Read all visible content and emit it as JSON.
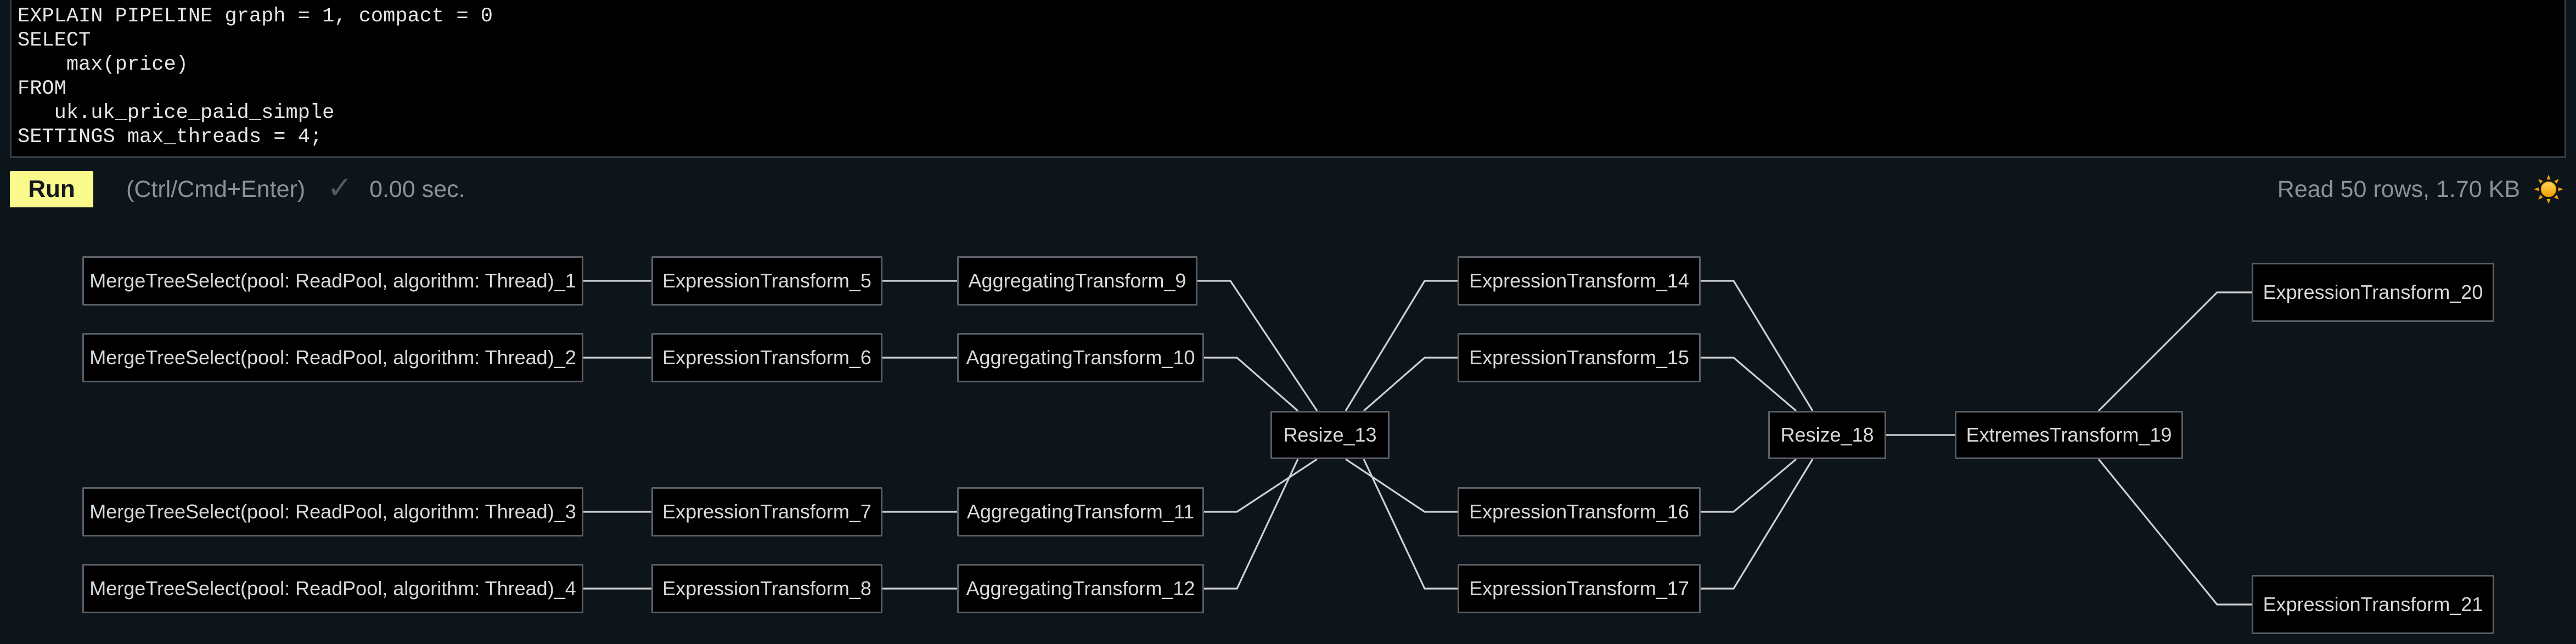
{
  "editor": {
    "lines": [
      "EXPLAIN PIPELINE graph = 1, compact = 0",
      "SELECT",
      "    max(price)",
      "FROM",
      "   uk.uk_price_paid_simple",
      "SETTINGS max_threads = 4;"
    ]
  },
  "toolbar": {
    "run_label": "Run",
    "shortcut_hint": "(Ctrl/Cmd+Enter)",
    "status_check": "✓",
    "elapsed": "0.00 sec.",
    "read_stats": "Read 50 rows, 1.70 KB",
    "theme_icon": "sun-icon"
  },
  "colors": {
    "page_bg": "#0d151b",
    "editor_bg": "#010101",
    "editor_text": "#e5e5e3",
    "run_button_bg": "#f9f98c",
    "run_button_text": "#14181c",
    "muted_text": "#8d9196",
    "node_bg": "#000000",
    "node_border": "#5a5f65",
    "node_text": "#d7d9da",
    "edge": "#ced1d3",
    "sun": "#f7b018"
  },
  "graph": {
    "nodes": [
      {
        "id": "mt1",
        "label": "MergeTreeSelect(pool: ReadPool, algorithm: Thread)_1"
      },
      {
        "id": "mt2",
        "label": "MergeTreeSelect(pool: ReadPool, algorithm: Thread)_2"
      },
      {
        "id": "mt3",
        "label": "MergeTreeSelect(pool: ReadPool, algorithm: Thread)_3"
      },
      {
        "id": "mt4",
        "label": "MergeTreeSelect(pool: ReadPool, algorithm: Thread)_4"
      },
      {
        "id": "ex5",
        "label": "ExpressionTransform_5"
      },
      {
        "id": "ex6",
        "label": "ExpressionTransform_6"
      },
      {
        "id": "ex7",
        "label": "ExpressionTransform_7"
      },
      {
        "id": "ex8",
        "label": "ExpressionTransform_8"
      },
      {
        "id": "ag9",
        "label": "AggregatingTransform_9"
      },
      {
        "id": "ag10",
        "label": "AggregatingTransform_10"
      },
      {
        "id": "ag11",
        "label": "AggregatingTransform_11"
      },
      {
        "id": "ag12",
        "label": "AggregatingTransform_12"
      },
      {
        "id": "rs13",
        "label": "Resize_13"
      },
      {
        "id": "ex14",
        "label": "ExpressionTransform_14"
      },
      {
        "id": "ex15",
        "label": "ExpressionTransform_15"
      },
      {
        "id": "ex16",
        "label": "ExpressionTransform_16"
      },
      {
        "id": "ex17",
        "label": "ExpressionTransform_17"
      },
      {
        "id": "rs18",
        "label": "Resize_18"
      },
      {
        "id": "et19",
        "label": "ExtremesTransform_19"
      },
      {
        "id": "ex20",
        "label": "ExpressionTransform_20"
      },
      {
        "id": "ex21",
        "label": "ExpressionTransform_21"
      }
    ],
    "edges": [
      [
        "mt1",
        "ex5"
      ],
      [
        "mt2",
        "ex6"
      ],
      [
        "mt3",
        "ex7"
      ],
      [
        "mt4",
        "ex8"
      ],
      [
        "ex5",
        "ag9"
      ],
      [
        "ex6",
        "ag10"
      ],
      [
        "ex7",
        "ag11"
      ],
      [
        "ex8",
        "ag12"
      ],
      [
        "ag9",
        "rs13"
      ],
      [
        "ag10",
        "rs13"
      ],
      [
        "ag11",
        "rs13"
      ],
      [
        "ag12",
        "rs13"
      ],
      [
        "rs13",
        "ex14"
      ],
      [
        "rs13",
        "ex15"
      ],
      [
        "rs13",
        "ex16"
      ],
      [
        "rs13",
        "ex17"
      ],
      [
        "ex14",
        "rs18"
      ],
      [
        "ex15",
        "rs18"
      ],
      [
        "ex16",
        "rs18"
      ],
      [
        "ex17",
        "rs18"
      ],
      [
        "rs18",
        "et19"
      ],
      [
        "et19",
        "ex20"
      ],
      [
        "et19",
        "ex21"
      ]
    ]
  }
}
